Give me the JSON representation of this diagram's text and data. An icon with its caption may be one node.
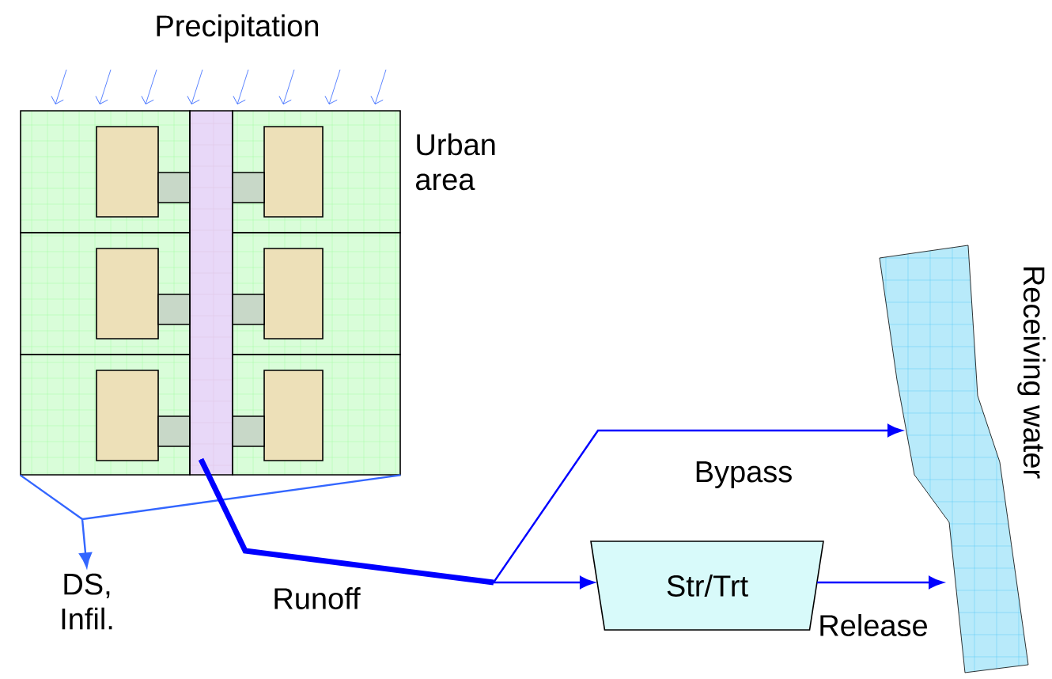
{
  "diagram": {
    "nodes": [
      {
        "text": [
          "Urban area"
        ]
      },
      {
        "text": [
          "DS, Infil."
        ]
      },
      {
        "text": [
          "Str/Trt"
        ]
      },
      {
        "text": [
          "Receiving water"
        ]
      }
    ],
    "edges": [
      {
        "from": 0,
        "to": 1,
        "arrow": "to",
        "color": "#3366ff"
      },
      {
        "from": 0,
        "to": 2,
        "arrow": "to",
        "label": "Runoff"
      },
      {
        "from": 0,
        "to": 3,
        "arrow": "to",
        "label": "Bypass"
      },
      {
        "from": 2,
        "to": 3,
        "arrow": "to",
        "label": "Release"
      }
    ],
    "labels": [
      "Precipitation"
    ]
  }
}
